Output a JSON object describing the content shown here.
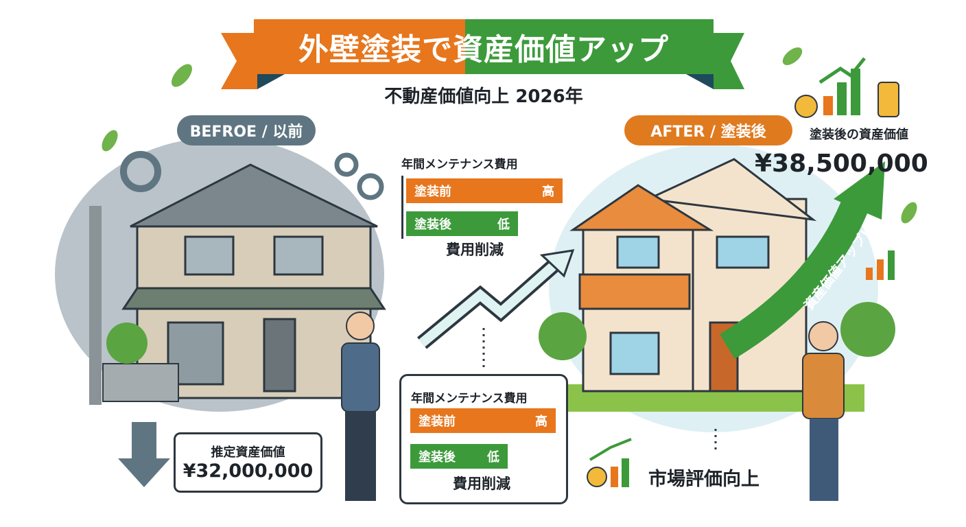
{
  "header": {
    "title": "外壁塗装で資産価値アップ",
    "subtitle": "不動産価値向上 2026年"
  },
  "before": {
    "label": "BEFROE / 以前",
    "value_label": "推定資産価値",
    "value": "¥32,000,000"
  },
  "after": {
    "label": "AFTER / 塗装後",
    "value_label": "塗装後の資産価値",
    "value": "¥38,500,000",
    "arrow_text": "資産価値アップ!",
    "market": "市場評価向上"
  },
  "cost_chart_top": {
    "title": "年間メンテナンス費用",
    "bars": [
      {
        "label": "塗装前",
        "level": "高"
      },
      {
        "label": "塗装後",
        "level": "低"
      }
    ],
    "note": "費用削減"
  },
  "cost_chart_bottom": {
    "title": "年間メンテナンス費用",
    "bars": [
      {
        "label": "塗装前",
        "level": "高"
      },
      {
        "label": "塗装後",
        "level": "低"
      }
    ],
    "note": "費用削減"
  },
  "colors": {
    "orange": "#e7761d",
    "green": "#3c9a3a",
    "slate": "#5f7582",
    "dark": "#2d3740"
  }
}
